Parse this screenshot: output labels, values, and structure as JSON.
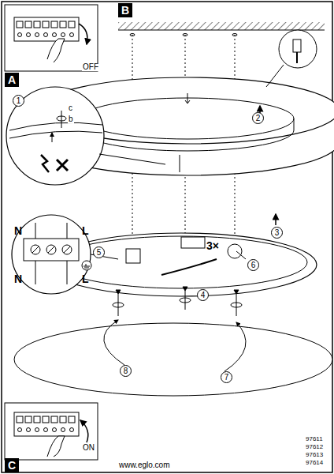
{
  "diagram": {
    "labels": [
      "A",
      "B",
      "C",
      "OFF",
      "ON",
      "1",
      "2",
      "3",
      "4",
      "5",
      "6",
      "7",
      "8",
      "c",
      "b",
      "N",
      "N",
      "L",
      "L",
      "3×",
      "www.eglo.com",
      "97611",
      "97612",
      "97613",
      "97614"
    ]
  }
}
